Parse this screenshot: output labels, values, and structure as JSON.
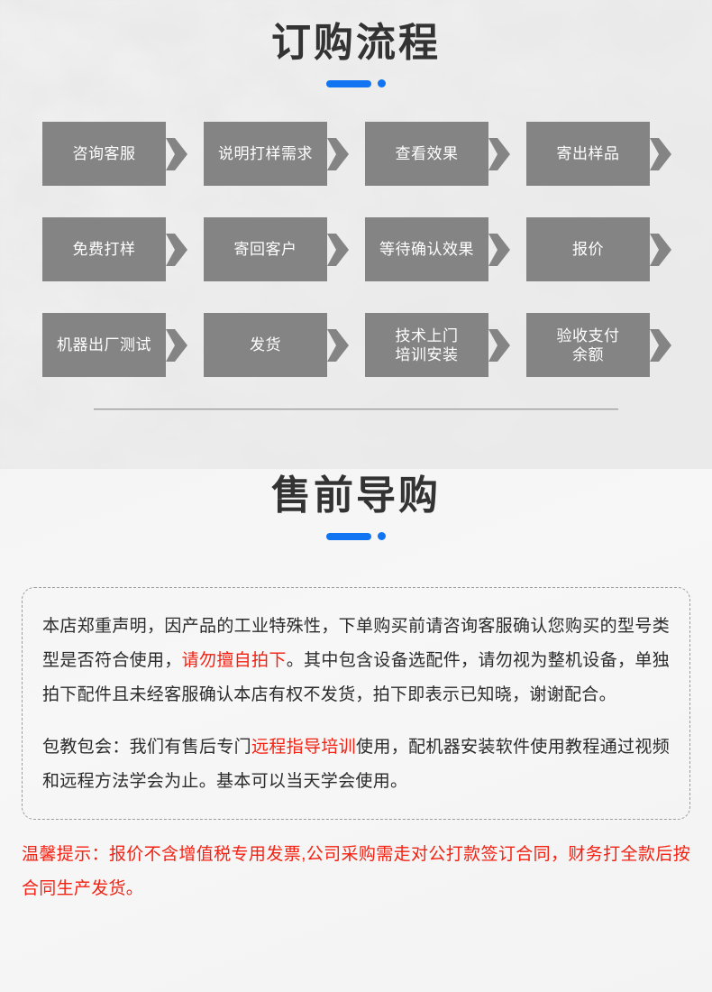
{
  "theme": {
    "accent_blue": "#1175f2",
    "box_gray": "#848484",
    "warning_red": "#f42112",
    "title_gray": "#333333",
    "page_bg": "#f2f2f2"
  },
  "sections": [
    {
      "id": "order-process",
      "title": "订购流程"
    },
    {
      "id": "pre-sales-guide",
      "title": "售前导购"
    }
  ],
  "flow": {
    "rows": [
      [
        {
          "label": "咨询客服",
          "arrow": true
        },
        {
          "label": "说明打样需求",
          "arrow": true
        },
        {
          "label": "查看效果",
          "arrow": true
        },
        {
          "label": "寄出样品",
          "arrow": true
        }
      ],
      [
        {
          "label": "免费打样",
          "arrow": true
        },
        {
          "label": "寄回客户",
          "arrow": true
        },
        {
          "label": "等待确认效果",
          "arrow": true
        },
        {
          "label": "报价",
          "arrow": true
        }
      ],
      [
        {
          "label": "机器出厂测试",
          "arrow": true
        },
        {
          "label": "发货",
          "arrow": true
        },
        {
          "label": "技术上门\n培训安装",
          "arrow": true
        },
        {
          "label": "验收支付\n余额",
          "arrow": true
        }
      ]
    ]
  },
  "notice": {
    "paragraphs": [
      {
        "id": "statement",
        "parts": [
          {
            "text": "本店郑重声明，因产品的工业特殊性，下单购买前请咨询客服确认您购买的型号类型是否符合使用，",
            "highlight": false
          },
          {
            "text": "请勿擅自拍下",
            "highlight": true
          },
          {
            "text": "。其中包含设备选配件，请勿视为整机设备，单独拍下配件且未经客服确认本店有权不发货，拍下即表示已知晓，谢谢配合。",
            "highlight": false
          }
        ]
      },
      {
        "id": "training",
        "parts": [
          {
            "text": "包教包会：我们有售后专门",
            "highlight": false
          },
          {
            "text": "远程指导培训",
            "highlight": true
          },
          {
            "text": "使用，配机器安装软件使用教程通过视频和远程方法学会为止。基本可以当天学会使用。",
            "highlight": false
          }
        ]
      }
    ]
  },
  "warning": {
    "text": "温馨提示：报价不含增值税专用发票,公司采购需走对公打款签订合同，财务打全款后按合同生产发货。"
  }
}
